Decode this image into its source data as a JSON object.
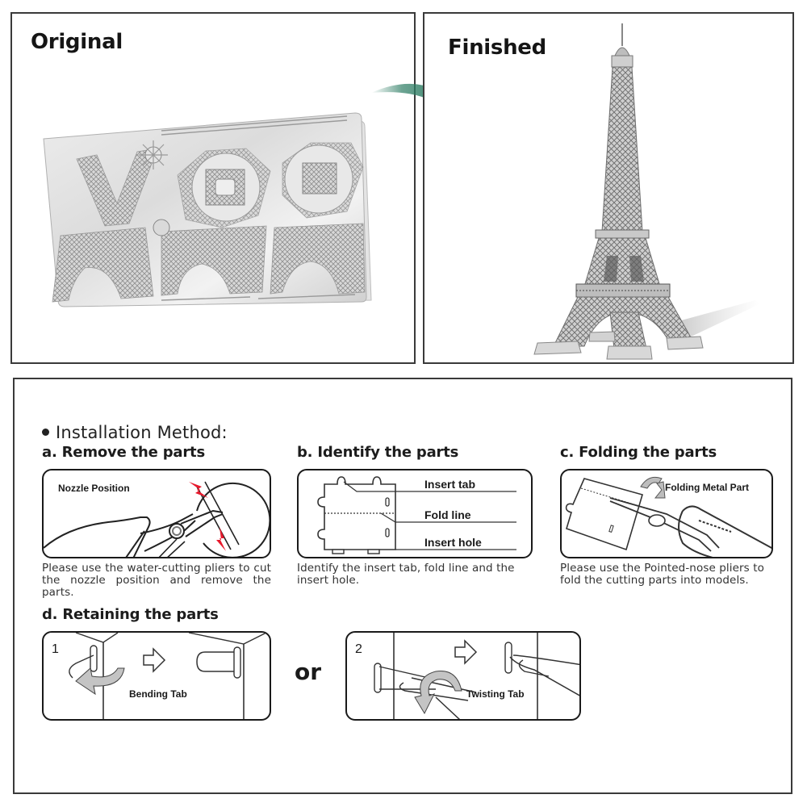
{
  "top": {
    "original": {
      "title": "Original",
      "image": "flat etched metal sheet with Eiffel Tower parts"
    },
    "arrow": {
      "icon": "curved-arrow-right-icon",
      "color": "#2e7d64"
    },
    "finished": {
      "title": "Finished",
      "image": "assembled metal Eiffel Tower model"
    }
  },
  "installation": {
    "heading": "Installation Method:",
    "steps": [
      {
        "id": "a",
        "title": "a. Remove the parts",
        "labels": [
          "Nozzle Position"
        ],
        "description": "Please use the water-cutting pliers to cut the nozzle position and remove the parts.",
        "accent_color": "#e8192c"
      },
      {
        "id": "b",
        "title": "b. Identify the parts",
        "labels": [
          "Insert tab",
          "Fold line",
          "Insert hole"
        ],
        "description": "Identify the insert tab, fold line and the insert hole."
      },
      {
        "id": "c",
        "title": "c. Folding the parts",
        "labels": [
          "Folding Metal Part"
        ],
        "description": "Please use the Pointed-nose pliers to fold the cutting parts into models."
      },
      {
        "id": "d",
        "title": "d. Retaining the parts",
        "options": [
          {
            "number": "1",
            "label": "Bending Tab"
          },
          {
            "number": "2",
            "label": "Twisting Tab"
          }
        ],
        "separator": "or"
      }
    ]
  }
}
